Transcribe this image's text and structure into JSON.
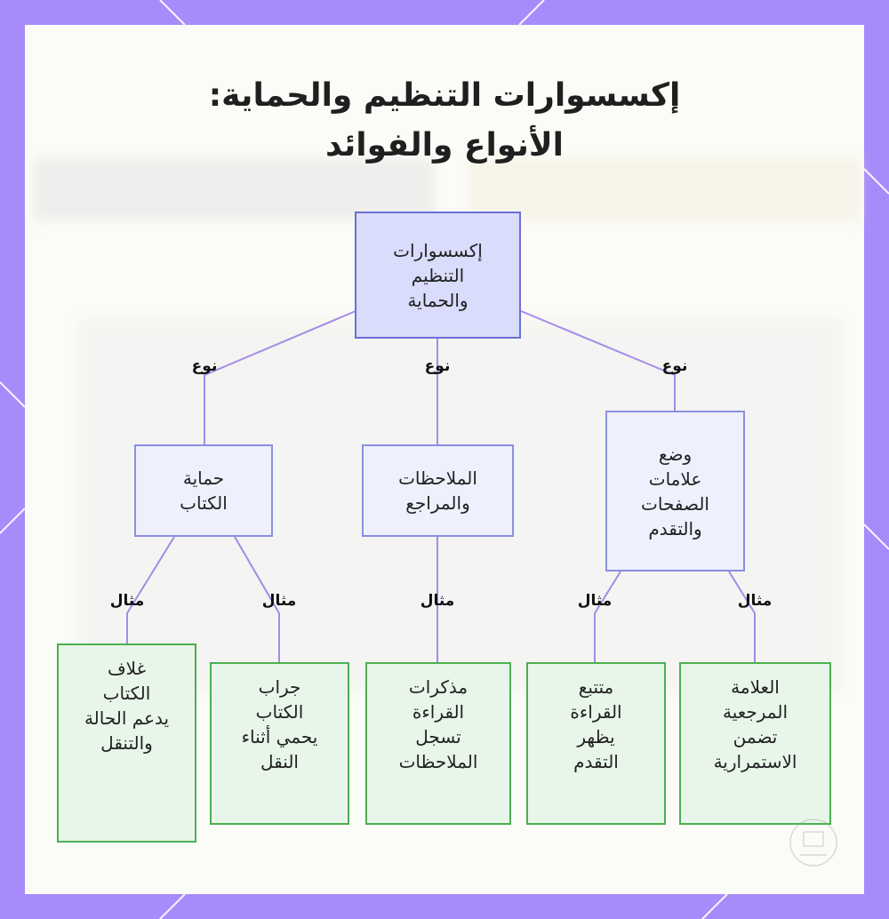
{
  "title": {
    "line1": "إكسسوارات التنظيم والحماية:",
    "line2": "الأنواع والفوائد"
  },
  "nodes": {
    "root": "إكسسوارات\nالتنظيم\nوالحماية",
    "book_protection": "حماية\nالكتاب",
    "notes_refs": "الملاحظات\nوالمراجع",
    "bookmarks_progress": "وضع\nعلامات\nالصفحات\nوالتقدم",
    "cover": "غلاف\nالكتاب\nيدعم الحالة\nوالتنقل",
    "sleeve": "جراب\nالكتاب\nيحمي أثناء\nالنقل",
    "reading_notes": "مذكرات\nالقراءة\nتسجل\nالملاحظات",
    "tracker": "متتبع\nالقراءة\nيظهر\nالتقدم",
    "bookmark": "العلامة\nالمرجعية\nتضمن\nالاستمرارية"
  },
  "edge_labels": {
    "type": "نوع",
    "example": "مثال"
  },
  "colors": {
    "frame": "#a78bfa",
    "edge": "#a48be8",
    "root_fill": "#d9dcfa",
    "leaf_fill": "#e8f5e9",
    "leaf_border": "#4caf50"
  }
}
